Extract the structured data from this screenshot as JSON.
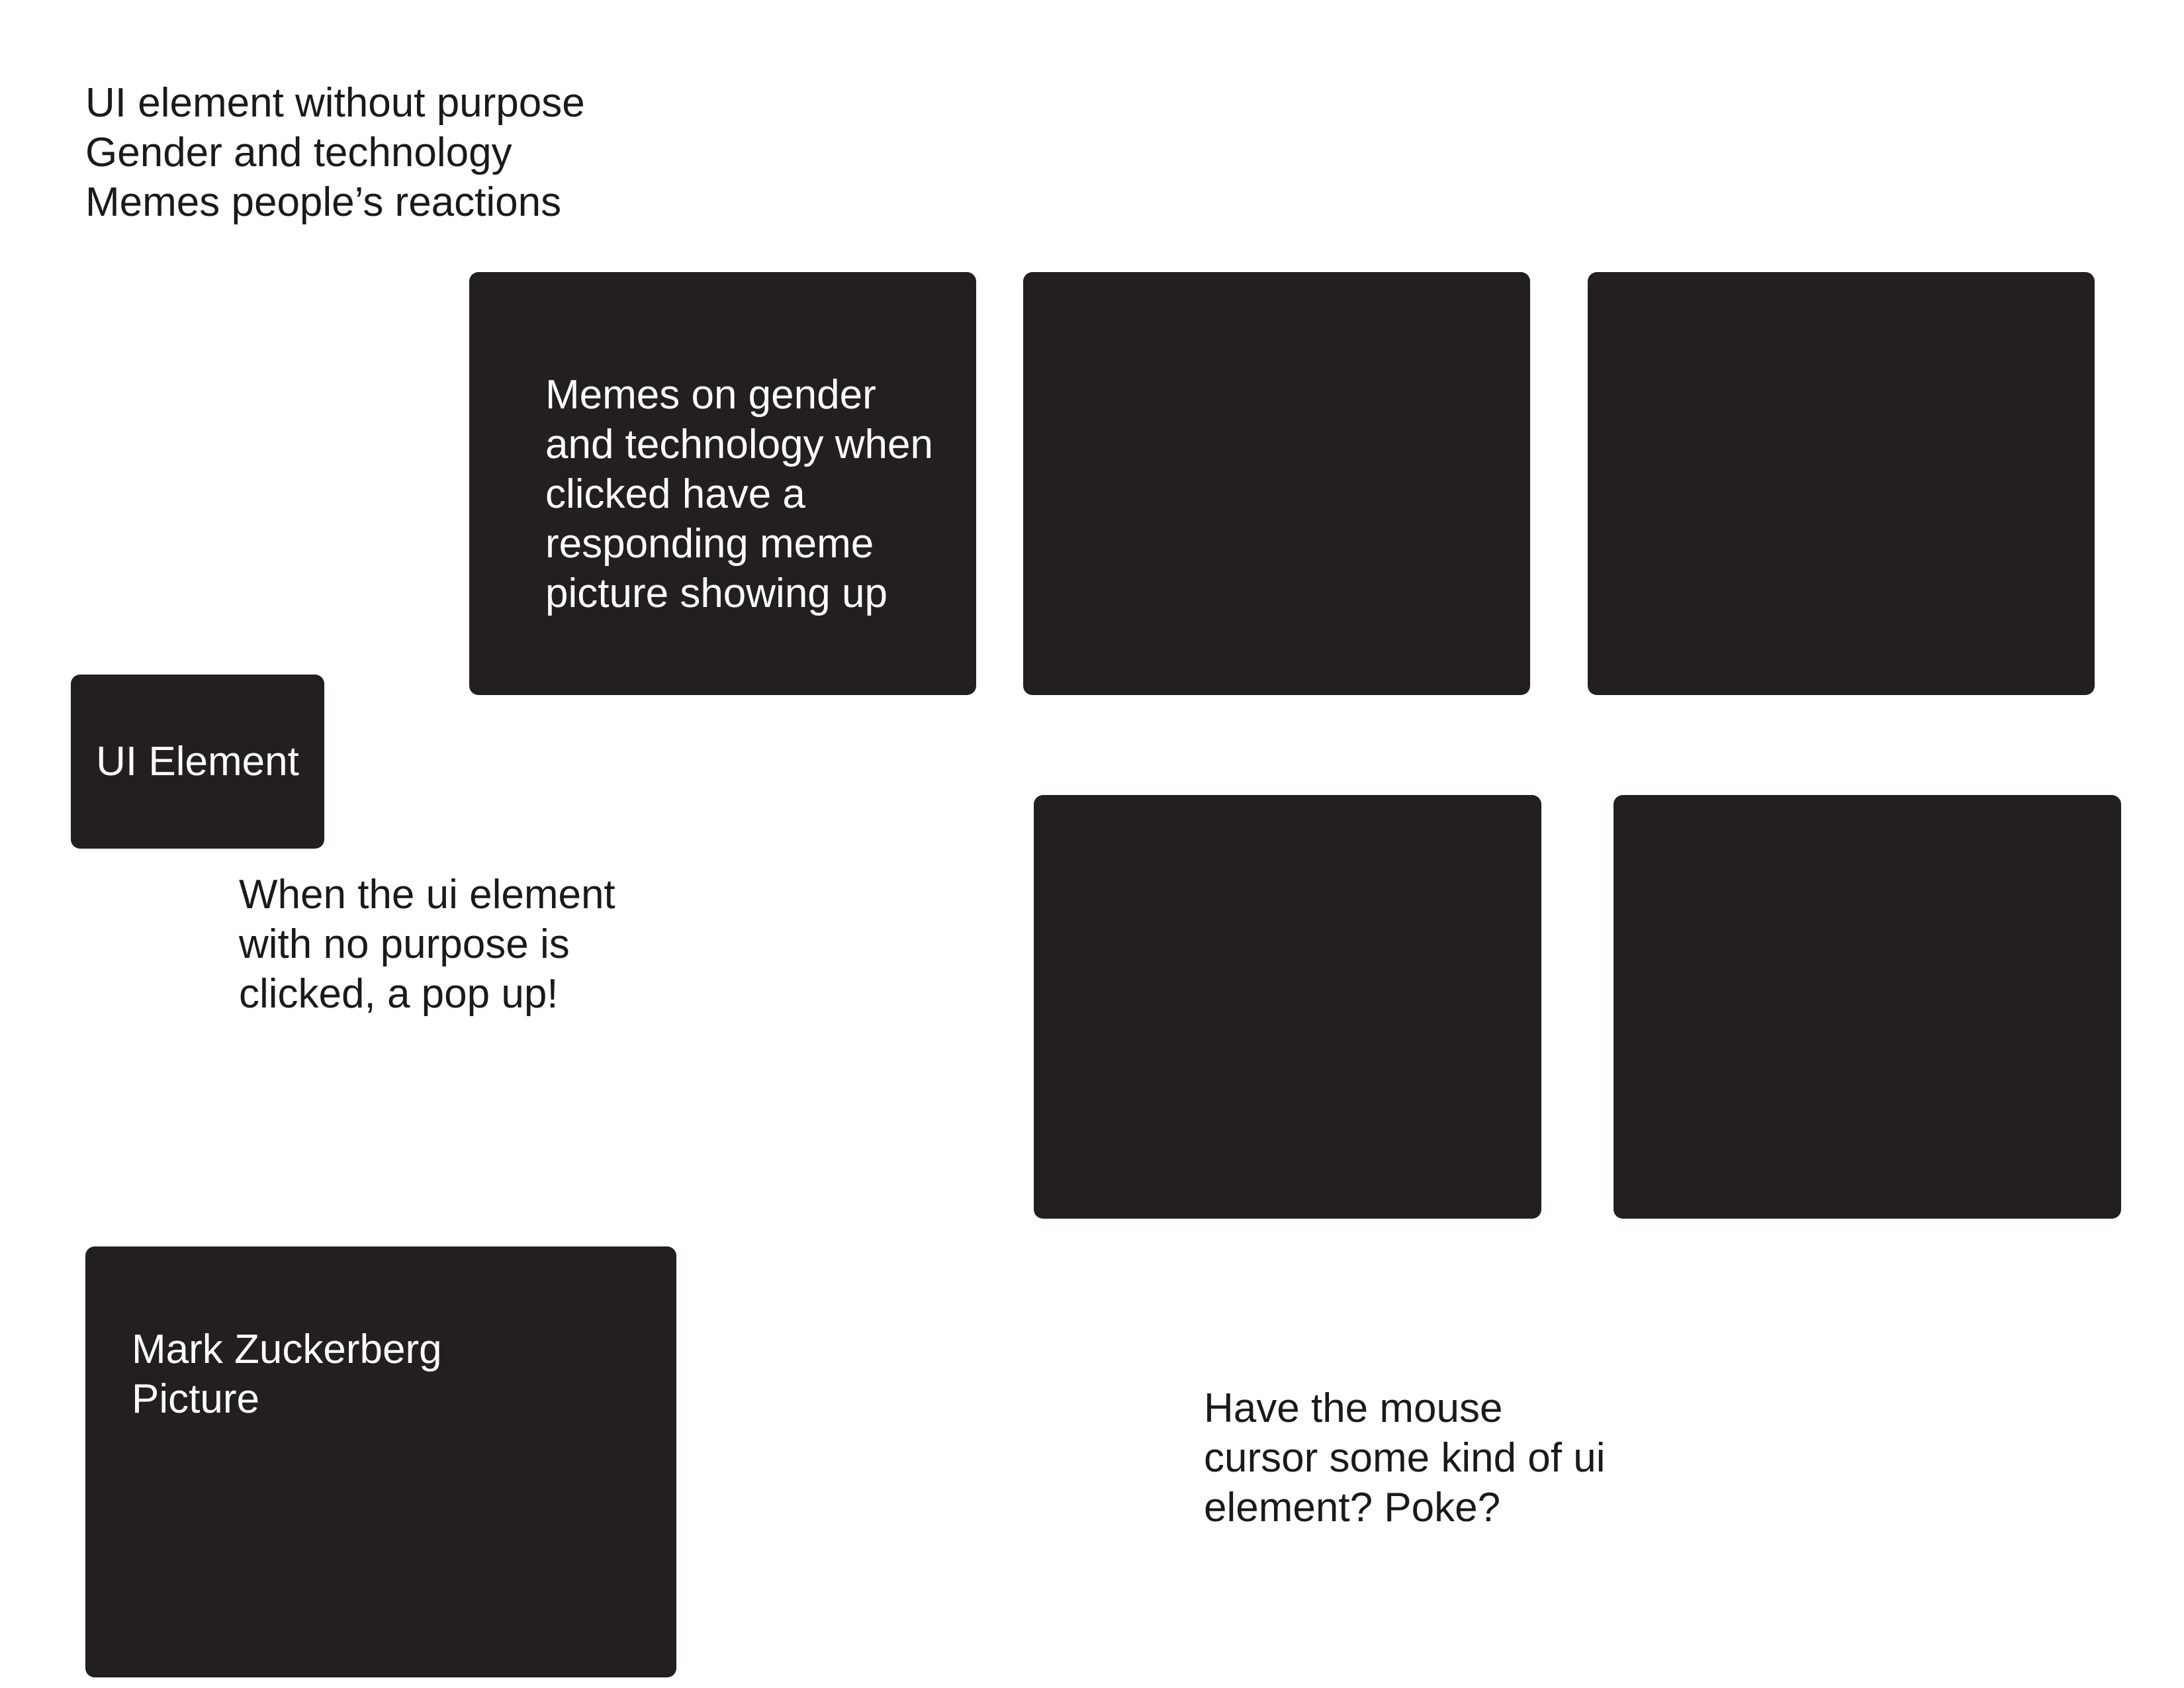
{
  "intro_notes": {
    "lines": [
      "UI element without purpose",
      "Gender and technology",
      "Memes people’s reactions"
    ]
  },
  "meme_panels": {
    "first_panel_lines": [
      "Memes  on gender",
      "and technology when",
      "clicked have a",
      "responding meme",
      "picture showing up"
    ]
  },
  "ui_element": {
    "label": "UI Element"
  },
  "popup_note": {
    "lines": [
      "When the ui element",
      "with no purpose is",
      "clicked, a pop up!"
    ]
  },
  "picture_panel": {
    "lines": [
      "Mark Zuckerberg",
      "Picture"
    ]
  },
  "cursor_note": {
    "lines": [
      "Have the mouse",
      "cursor some kind of ui",
      "element? Poke?"
    ]
  },
  "colors": {
    "panel": "#231f20",
    "panel_text": "#ffffff",
    "note_text": "#1a1a1a",
    "background": "#ffffff"
  }
}
